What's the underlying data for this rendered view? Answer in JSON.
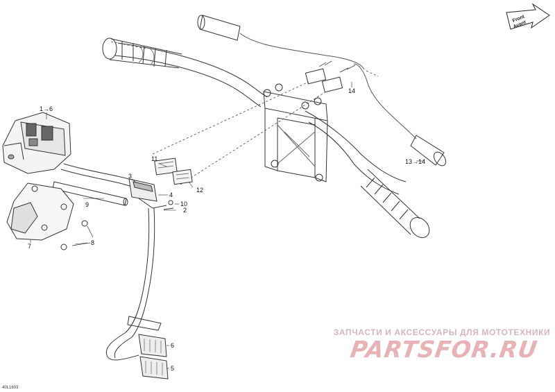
{
  "diagram": {
    "reference_code": "40L1603",
    "front_arrow": {
      "line1": "Front",
      "line2": "Avant"
    },
    "callouts": {
      "c1_6": "1→6",
      "c2": "2",
      "c3": "3",
      "c4": "4",
      "c5": "5",
      "c6": "6",
      "c7": "7",
      "c8": "8",
      "c9": "9",
      "c10": "10",
      "c11": "11",
      "c12": "12",
      "c13_14": "13→14",
      "c14": "14"
    }
  },
  "watermark": {
    "tagline": "ЗАПЧАСТИ И АКСЕССУАРЫ ДЛЯ МОТОТЕХНИКИ",
    "logo": "PARTSFOR.RU"
  }
}
